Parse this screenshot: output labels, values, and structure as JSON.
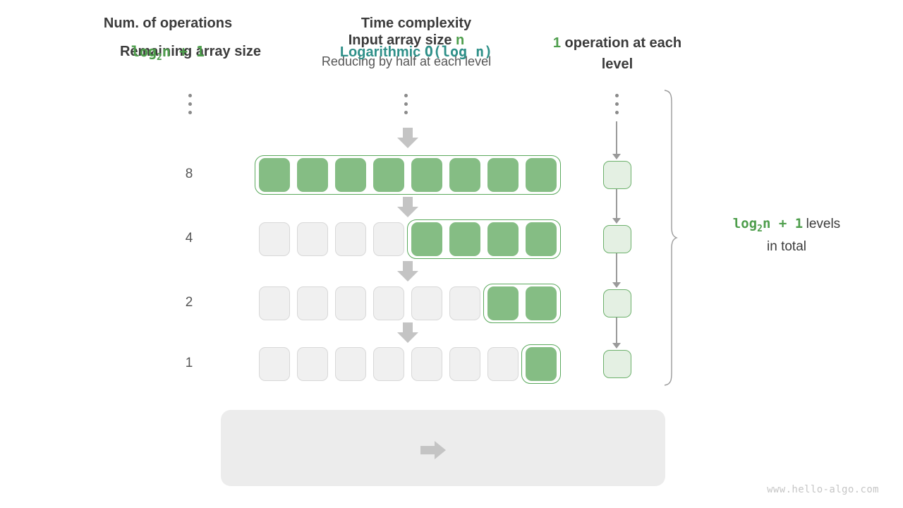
{
  "headers": {
    "remaining": "Remaining array size",
    "input_line1_text": "Input array size ",
    "input_line1_accent": "n",
    "input_line2": "Reducing by half at each level",
    "ops_accent": "1",
    "ops_text": " operation at each level"
  },
  "rows": [
    {
      "label": "8",
      "total_cells": 8,
      "active_from": 0,
      "active_count": 8
    },
    {
      "label": "4",
      "total_cells": 8,
      "active_from": 4,
      "active_count": 4
    },
    {
      "label": "2",
      "total_cells": 8,
      "active_from": 6,
      "active_count": 2
    },
    {
      "label": "1",
      "total_cells": 8,
      "active_from": 7,
      "active_count": 1
    }
  ],
  "ops_column": {
    "box_count": 4,
    "note_formula": "log",
    "note_sub": "2",
    "note_formula_tail": "n + 1",
    "note_text": "levels",
    "note_text2": "in total"
  },
  "summary": {
    "left_title": "Num. of operations",
    "left_value_prefix": "log",
    "left_value_sub": "2",
    "left_value_tail": "n + 1",
    "right_title": "Time complexity",
    "right_value_word": "Logarithmic",
    "right_value_mono": "O(log n)"
  },
  "watermark": "www.hello-algo.com",
  "colors": {
    "green_fill": "#85bd84",
    "green_border": "#5aa95c",
    "green_text": "#4e9e4c",
    "light_green_fill": "#e4f0e3",
    "teal": "#2f9089",
    "gray_cell": "#f0f0f0",
    "gray_arrow": "#bdbdbd",
    "summary_bg": "#ececec"
  }
}
